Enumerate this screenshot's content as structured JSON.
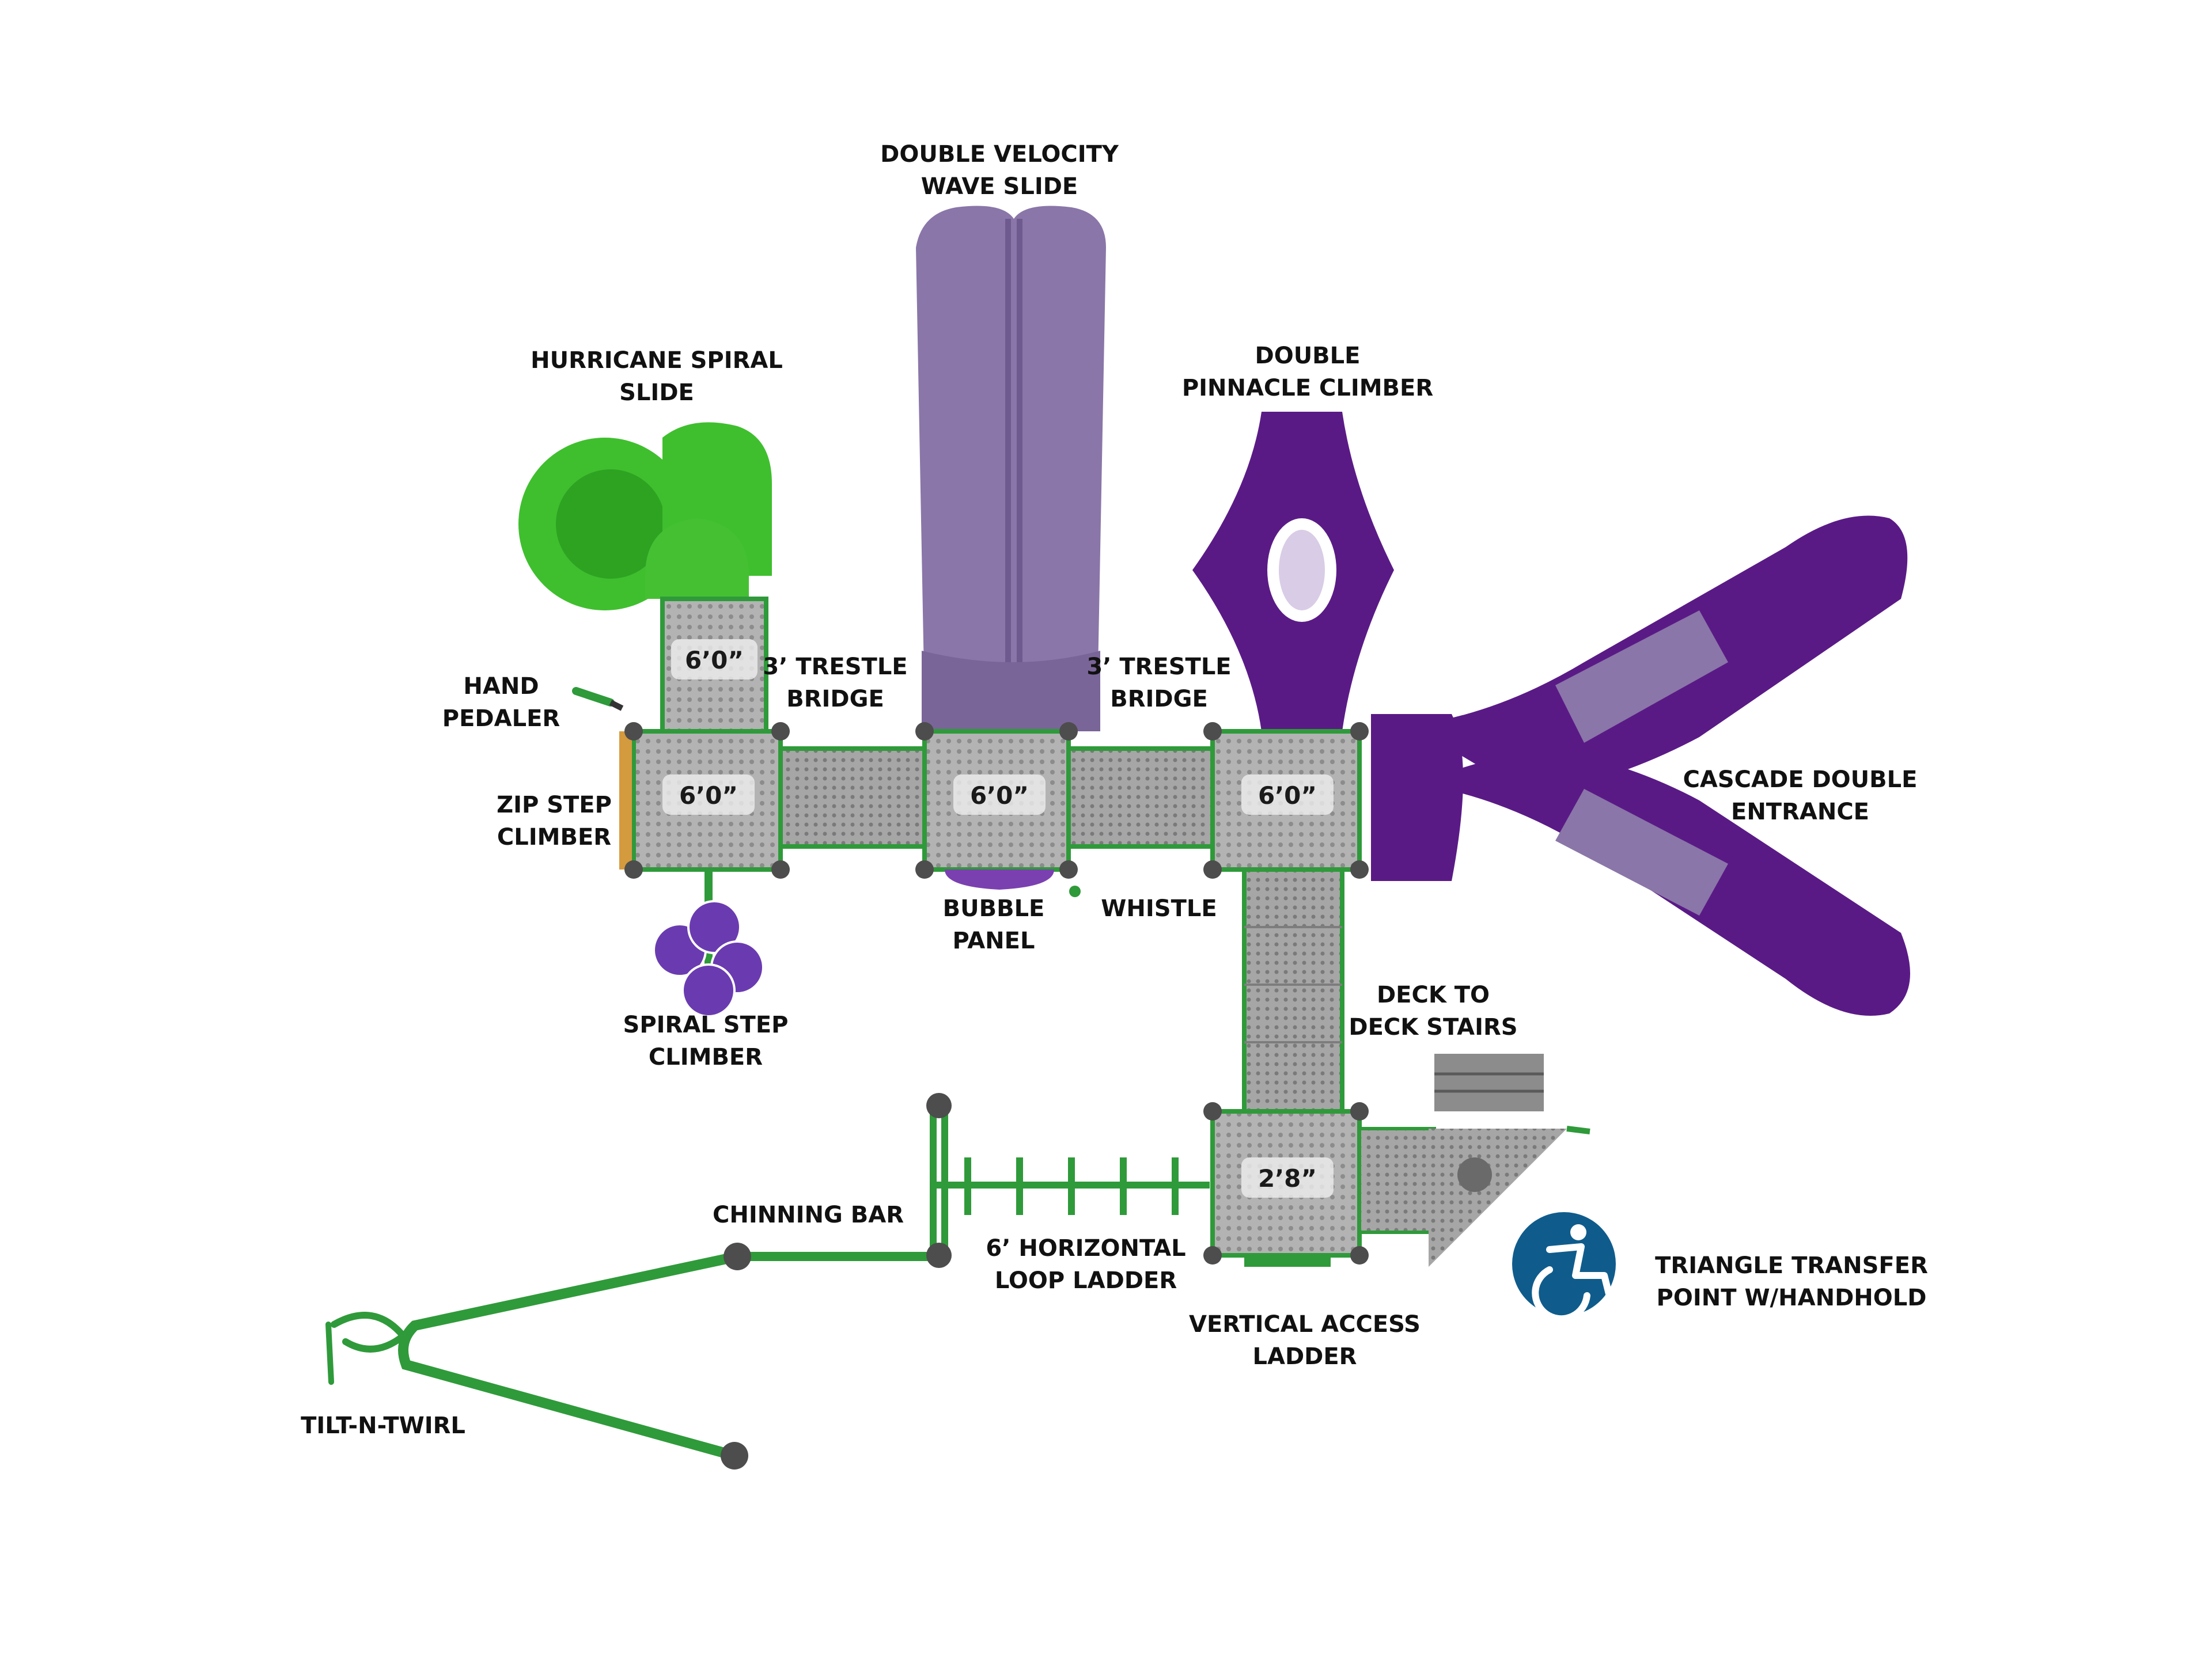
{
  "colors": {
    "frame_green": "#2f9a3a",
    "slide_green": "#3fbf2e",
    "slide_lavender": "#8a76a8",
    "slide_purple": "#5a1a86",
    "deck_gray": "#a9a9a9",
    "post_dark": "#4d4d4d",
    "accessibility_blue": "#0f5c8c"
  },
  "icons": [
    "accessibility-icon"
  ],
  "labels": {
    "double_velocity": [
      "DOUBLE VELOCITY",
      "WAVE SLIDE"
    ],
    "hurricane": [
      "HURRICANE SPIRAL",
      "SLIDE"
    ],
    "double_pinnacle": [
      "DOUBLE",
      "PINNACLE CLIMBER"
    ],
    "hand_pedaler": [
      "HAND",
      "PEDALER"
    ],
    "trestle_left": [
      "3’ TRESTLE",
      "BRIDGE"
    ],
    "trestle_right": [
      "3’ TRESTLE",
      "BRIDGE"
    ],
    "zip_step": [
      "ZIP STEP",
      "CLIMBER"
    ],
    "cascade": [
      "CASCADE DOUBLE",
      "ENTRANCE"
    ],
    "bubble_panel": [
      "BUBBLE",
      "PANEL"
    ],
    "whistle": [
      "WHISTLE"
    ],
    "spiral_step": [
      "SPIRAL STEP",
      "CLIMBER"
    ],
    "deck_to_deck": [
      "DECK TO",
      "DECK STAIRS"
    ],
    "chinning_bar": [
      "CHINNING BAR"
    ],
    "horizontal_ladder": [
      "6’ HORIZONTAL",
      "LOOP LADDER"
    ],
    "triangle_transfer": [
      "TRIANGLE TRANSFER",
      "POINT W/HANDHOLD"
    ],
    "vertical_access": [
      "VERTICAL ACCESS",
      "LADDER"
    ],
    "tilt_n_twirl": [
      "TILT-N-TWIRL"
    ]
  },
  "deck_heights": {
    "upper_left": "6’0”",
    "left": "6’0”",
    "center": "6’0”",
    "right": "6’0”",
    "lower": "2’8”"
  }
}
